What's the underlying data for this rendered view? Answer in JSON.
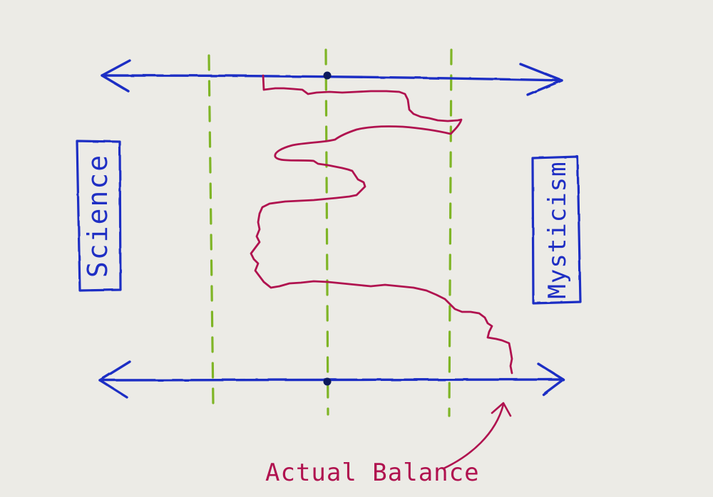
{
  "labels": {
    "left_box": "Science",
    "right_box": "Mysticism",
    "annotation": "Actual Balance"
  },
  "colors": {
    "background": "#ecebe6",
    "axis": "#1f2fc4",
    "guide": "#7fb526",
    "trace": "#b0124f",
    "marker": "#0d1a5e"
  },
  "icons": {
    "axis_arrows": "double-headed-arrow",
    "annotation_arrow": "curved-arrow-up"
  }
}
